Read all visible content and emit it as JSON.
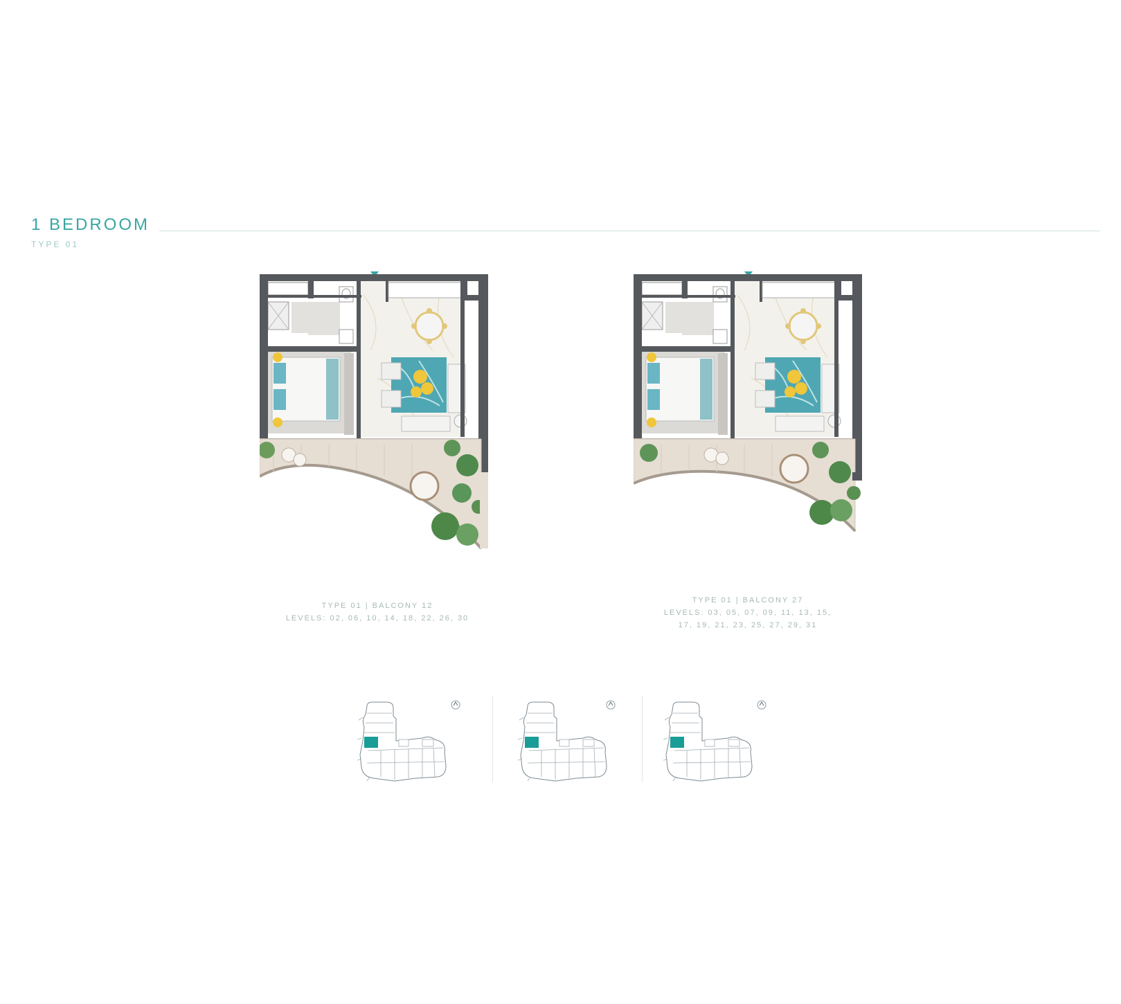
{
  "header": {
    "title": "1 BEDROOM",
    "subtitle": "TYPE 01"
  },
  "plans": [
    {
      "caption_line1": "TYPE 01   |   BALCONY 12",
      "caption_line2": "LEVELS:  02, 06, 10, 14, 18, 22, 26, 30",
      "caption_line3": ""
    },
    {
      "caption_line1": "TYPE 01   |   BALCONY 27",
      "caption_line2": "LEVELS: 03, 05, 07, 09, 11, 13, 15,",
      "caption_line3": "17, 19, 21, 23, 25, 27, 29, 31"
    }
  ],
  "colors": {
    "accent": "#38a6a3",
    "wall": "#55585c",
    "marble": "#f3f1ec",
    "floor_bedroom": "#dcdad6",
    "balcony": "#e6ddd3",
    "rug": "#4fa7b3",
    "cushion": "#f0c63a",
    "plants": "#4f8a4c"
  },
  "icons": [
    "north-arrow-icon",
    "compass-icon"
  ]
}
